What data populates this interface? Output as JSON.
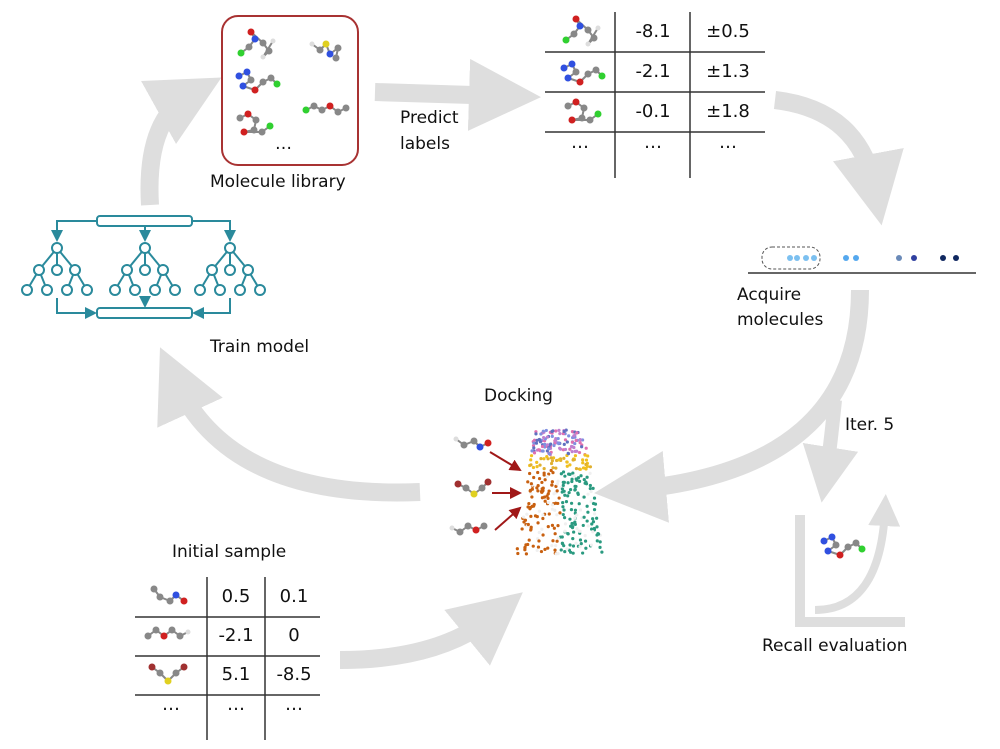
{
  "labels": {
    "molecule_library": "Molecule library",
    "library_ellipsis": "…",
    "predict_labels_1": "Predict",
    "predict_labels_2": "labels",
    "acquire_1": "Acquire",
    "acquire_2": "molecules",
    "train_model": "Train model",
    "docking": "Docking",
    "iter": "Iter. 5",
    "initial_sample": "Initial sample",
    "recall_evaluation": "Recall evaluation"
  },
  "predicted_table": [
    [
      "-8.1",
      "±0.5"
    ],
    [
      "-2.1",
      "±1.3"
    ],
    [
      "-0.1",
      "±1.8"
    ],
    [
      "…",
      "…",
      "…"
    ]
  ],
  "initial_table": [
    [
      "0.5",
      "0.1"
    ],
    [
      "-2.1",
      "0"
    ],
    [
      "5.1",
      "-8.5"
    ],
    [
      "…",
      "…",
      "…"
    ]
  ],
  "colors": {
    "arrow": "#dedede",
    "library_border": "#a83232",
    "tree": "#2a8a9c",
    "dock_arrow": "#a01818"
  }
}
